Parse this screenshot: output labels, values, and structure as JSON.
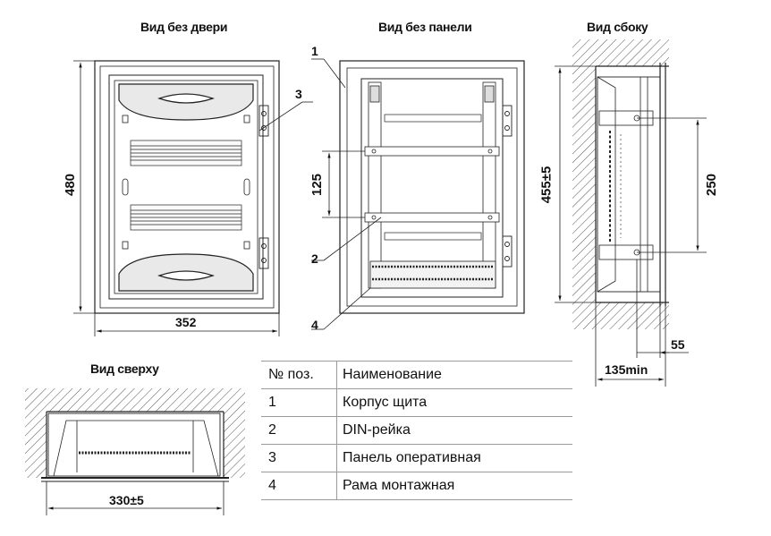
{
  "views": {
    "no_door": "Вид без двери",
    "no_panel": "Вид без панели",
    "side": "Вид сбоку",
    "top": "Вид сверху"
  },
  "dimensions": {
    "height_480": "480",
    "width_352": "352",
    "spacing_125": "125",
    "height_455": "455±5",
    "rail_250": "250",
    "depth_55": "55",
    "depth_135": "135min",
    "top_330": "330±5"
  },
  "callouts": [
    "1",
    "2",
    "3",
    "4"
  ],
  "legend": {
    "header": [
      "№ поз.",
      "Наименование"
    ],
    "rows": [
      [
        "1",
        "Корпус щита"
      ],
      [
        "2",
        "DIN-рейка"
      ],
      [
        "3",
        "Панель оперативная"
      ],
      [
        "4",
        "Рама монтажная"
      ]
    ]
  }
}
